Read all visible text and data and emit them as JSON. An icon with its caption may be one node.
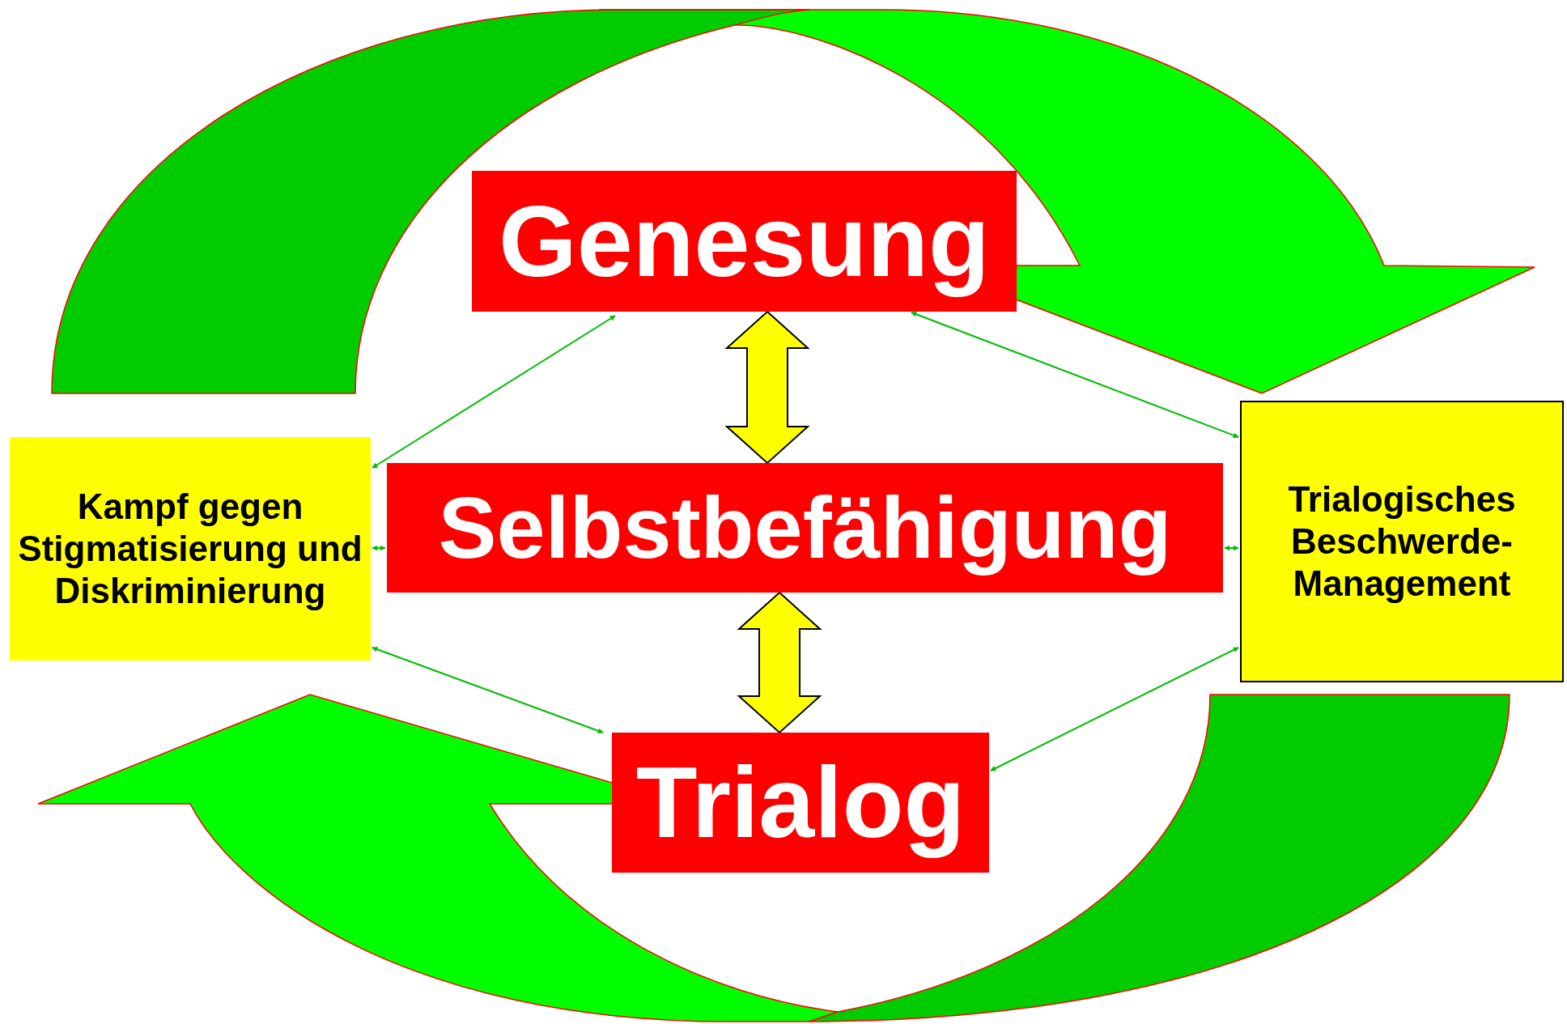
{
  "diagram": {
    "nodes": [
      {
        "text": [
          "Genesung"
        ]
      },
      {
        "text": [
          "Selbstbefähigung"
        ]
      },
      {
        "text": [
          "Trialog"
        ]
      },
      {
        "text": [
          "Kampf gegen Stigmatisierung und Diskriminierung"
        ]
      },
      {
        "text": [
          "Trialogisches Beschwerde-Management"
        ]
      }
    ],
    "edges": [
      {
        "from": 0,
        "to": 1,
        "arrow": "both",
        "style": "thick",
        "color": "#ffff00"
      },
      {
        "from": 1,
        "to": 2,
        "arrow": "both",
        "style": "thick",
        "color": "#ffff00"
      },
      {
        "from": 3,
        "to": 0,
        "arrow": "both"
      },
      {
        "from": 3,
        "to": 1,
        "arrow": "both"
      },
      {
        "from": 3,
        "to": 2,
        "arrow": "both"
      },
      {
        "from": 4,
        "to": 0,
        "arrow": "both"
      },
      {
        "from": 4,
        "to": 1,
        "arrow": "both"
      },
      {
        "from": 4,
        "to": 2,
        "arrow": "both"
      }
    ]
  }
}
